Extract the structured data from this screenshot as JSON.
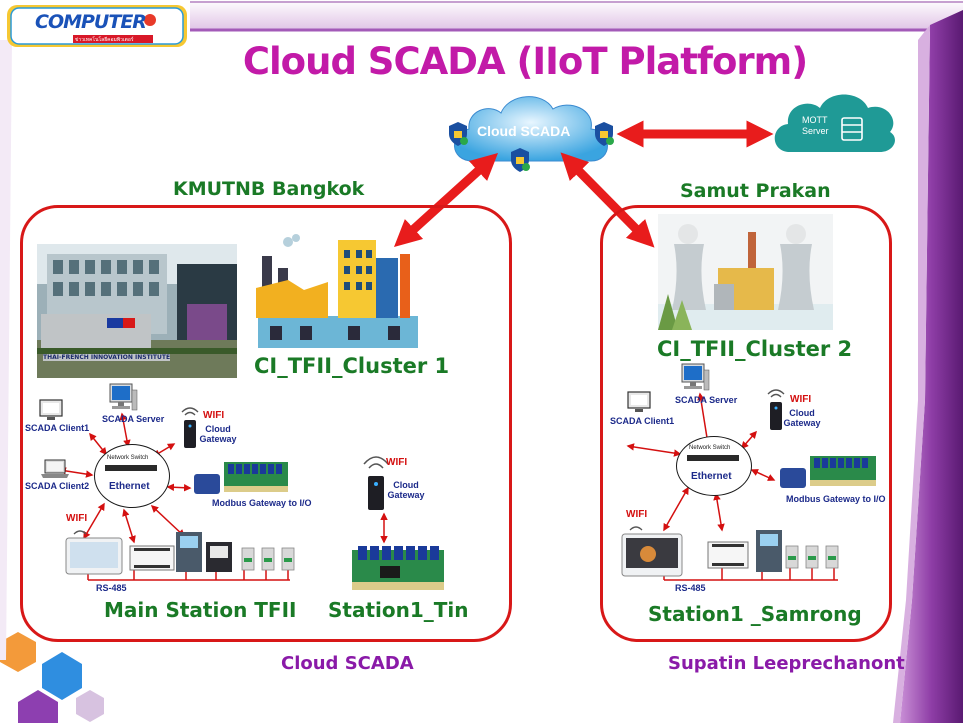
{
  "logo": {
    "text": "COMPUTER",
    "tagline": "ข่าวเทคโนโลยีคอมพิวเตอร์"
  },
  "title": "Cloud SCADA (IIoT Platform)",
  "cloud": {
    "label": "Cloud SCADA"
  },
  "mqtt": {
    "line1": "MOTT",
    "line2": "Server"
  },
  "sites": {
    "left": "KMUTNB Bangkok",
    "right": "Samut Prakan"
  },
  "clusters": {
    "left": "CI_TFII_Cluster 1",
    "right": "CI_TFII_Cluster 2"
  },
  "photo_sign": "THAI-FRENCH INNOVATION INSTITUTE",
  "left_network": {
    "scada_server": "SCADA Server",
    "scada_client1": "SCADA Client1",
    "scada_client2": "SCADA Client2",
    "wifi": "WIFI",
    "cloud_gateway": [
      "Cloud",
      "Gateway"
    ],
    "switch": "Network Switch",
    "ethernet": "Ethernet",
    "modbus": "Modbus Gateway to I/O",
    "rs485": "RS-485"
  },
  "right_network": {
    "scada_server": "SCADA Server",
    "scada_client1": "SCADA Client1",
    "wifi": "WIFI",
    "cloud_gateway": [
      "Cloud",
      "Gateway"
    ],
    "switch": "Network Switch",
    "ethernet": "Ethernet",
    "modbus": "Modbus Gateway to I/O",
    "rs485": "RS-485"
  },
  "tin_gateway": {
    "wifi": "WIFI",
    "cloud_gateway": [
      "Cloud",
      "Gateway"
    ]
  },
  "stations": {
    "main": "Main Station TFII",
    "tin": "Station1_Tin",
    "samrong": "Station1 _Samrong"
  },
  "footer": {
    "left": "Cloud SCADA",
    "right": "Supatin Leeprechanont"
  },
  "colors": {
    "title": "#c21aa8",
    "label_green": "#1a7a26",
    "footer_purple": "#8a1aa8",
    "region_border": "#d81818",
    "arrow_red": "#e81c1c",
    "cloud_blue": "#3aa4e0",
    "mqtt_teal": "#1f9a96"
  }
}
